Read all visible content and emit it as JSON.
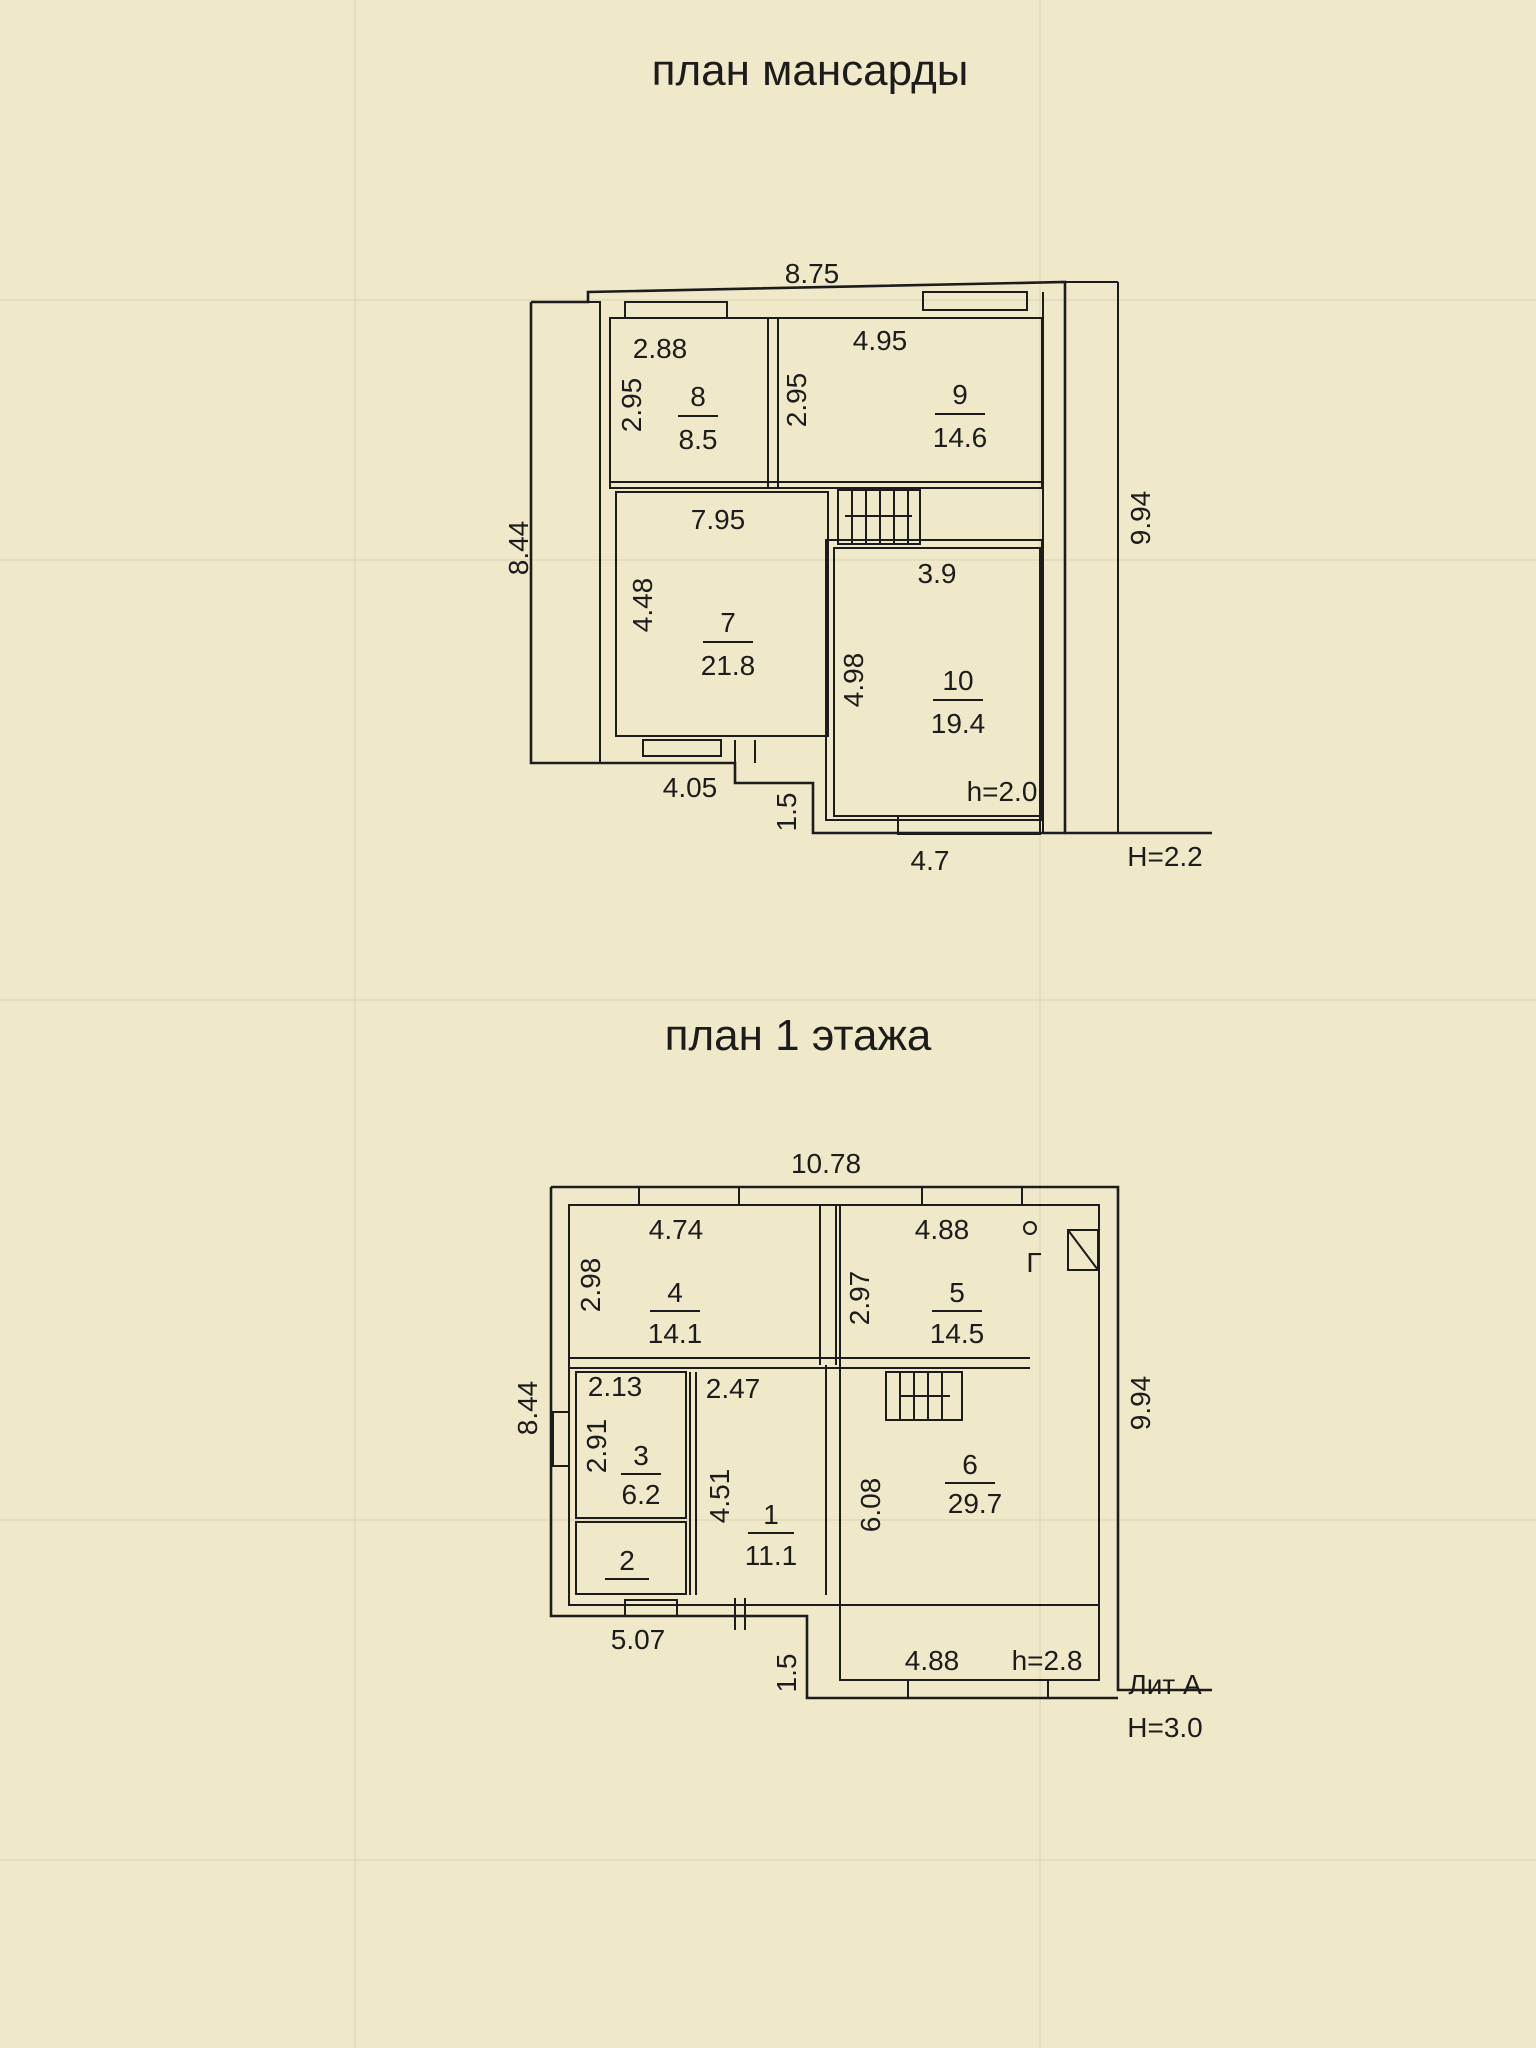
{
  "titles": {
    "attic": "план мансарды",
    "ground": "план 1 этажа"
  },
  "attic": {
    "dims": {
      "top": "8.75",
      "left": "8.44",
      "right": "9.94",
      "bottom_left": "4.05",
      "step": "1.5",
      "bottom_right": "4.7",
      "r8_w": "2.88",
      "r8_h": "2.95",
      "r9_w": "4.95",
      "r9_h": "2.95",
      "r7_w": "7.95",
      "r7_h": "4.48",
      "r10_w": "3.9",
      "r10_h": "4.98"
    },
    "rooms": [
      {
        "no": "8",
        "area": "8.5"
      },
      {
        "no": "9",
        "area": "14.6"
      },
      {
        "no": "7",
        "area": "21.8"
      },
      {
        "no": "10",
        "area": "19.4"
      }
    ],
    "inner_height": "h=2.0",
    "height": "H=2.2"
  },
  "ground": {
    "dims": {
      "top": "10.78",
      "left": "8.44",
      "right": "9.94",
      "bottom_left": "5.07",
      "step": "1.5",
      "bottom_right": "4.88",
      "r4_w": "4.74",
      "r4_h": "2.98",
      "r5_w": "4.88",
      "r5_h": "2.97",
      "r3_w": "2.13",
      "r3_h": "2.91",
      "r1_w": "2.47",
      "r1_h": "4.51",
      "r6_h": "6.08"
    },
    "rooms": [
      {
        "no": "4",
        "area": "14.1"
      },
      {
        "no": "5",
        "area": "14.5"
      },
      {
        "no": "3",
        "area": "6.2"
      },
      {
        "no": "1",
        "area": "11.1"
      },
      {
        "no": "2",
        "area": ""
      },
      {
        "no": "6",
        "area": "29.7"
      }
    ],
    "gas_mark": "Г",
    "inner_height": "h=2.8",
    "lit": "Лит А",
    "height": "H=3.0"
  }
}
